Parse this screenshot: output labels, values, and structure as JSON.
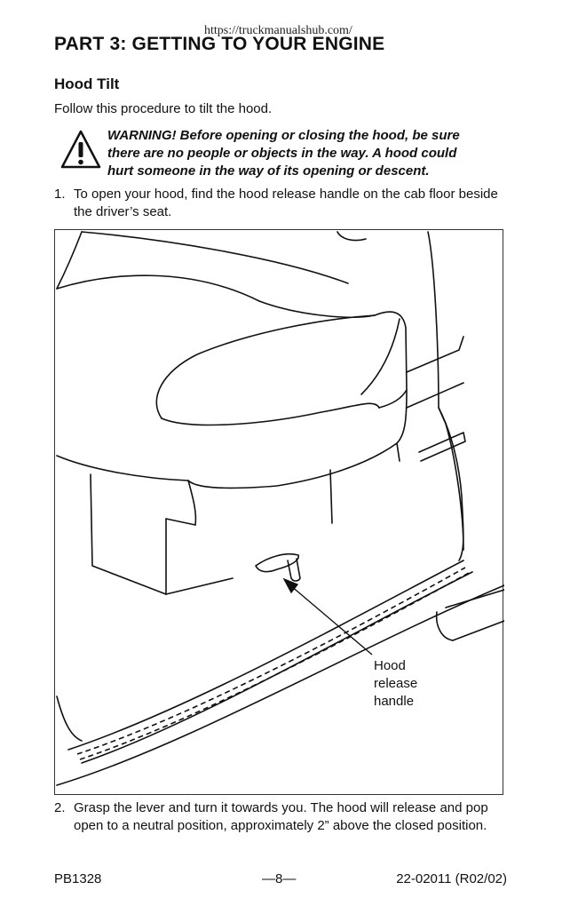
{
  "watermark": "https://truckmanualshub.com/",
  "part_title": "PART 3:  GETTING TO YOUR ENGINE",
  "section_title": "Hood Tilt",
  "intro": "Follow this procedure to tilt the hood.",
  "warning": "WARNING!  Before opening or closing the hood, be sure\nthere are no people or objects in the way.   A hood could\nhurt someone in the way of its opening or descent.",
  "steps": [
    {
      "num": "1.",
      "text": "To open your hood, find the hood release handle on the cab floor beside the driver’s seat."
    },
    {
      "num": "2.",
      "text": "Grasp the lever and turn it towards you. The hood will release and pop open to a neutral position, approximately 2” above the closed position."
    }
  ],
  "figure": {
    "callout": "Hood\nrelease\nhandle"
  },
  "footer": {
    "left": "PB1328",
    "center": "—8—",
    "right": "22-02011  (R02/02)"
  },
  "icons": [
    "warning-triangle-icon"
  ]
}
